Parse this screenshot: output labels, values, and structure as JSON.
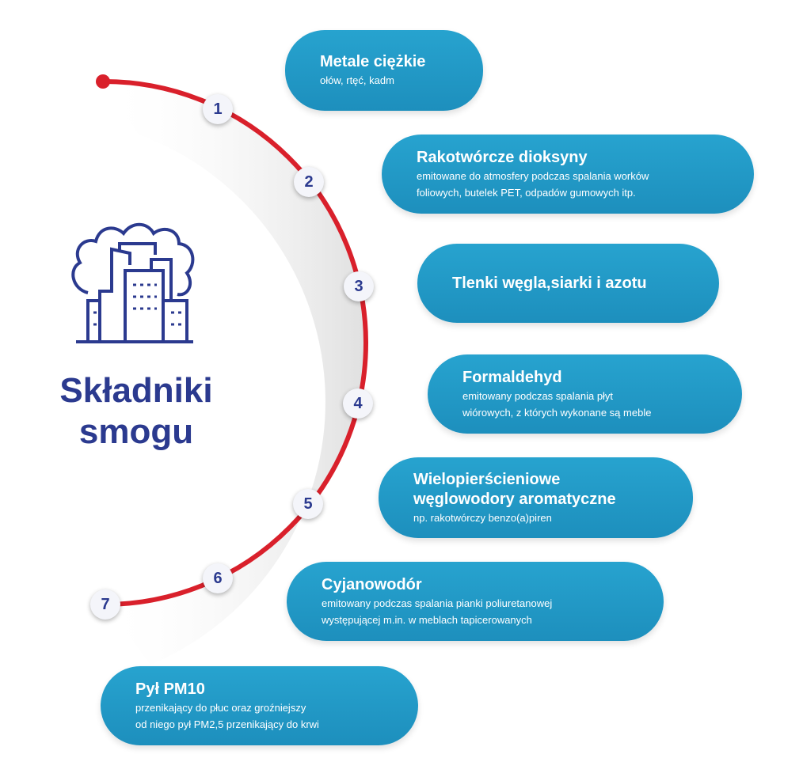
{
  "title": {
    "line1": "Składniki",
    "line2": "smogu"
  },
  "colors": {
    "pill": "#2196c4",
    "arc": "#d9202b",
    "title": "#2b3a8f"
  },
  "icon": "smog-city-icon",
  "items": [
    {
      "num": "1",
      "title": "Metale ciężkie",
      "sub": [
        "ołów, rtęć, kadm"
      ]
    },
    {
      "num": "2",
      "title": "Rakotwórcze dioksyny",
      "sub": [
        "emitowane do atmosfery podczas spalania worków",
        "foliowych, butelek PET, odpadów gumowych itp."
      ]
    },
    {
      "num": "3",
      "title": "Tlenki węgla,siarki i azotu",
      "sub": []
    },
    {
      "num": "4",
      "title": "Formaldehyd",
      "sub": [
        "emitowany podczas spalania płyt",
        "wiórowych, z których wykonane są meble"
      ]
    },
    {
      "num": "5",
      "title": "Wielopierścieniowe",
      "title2": "węglowodory aromatyczne",
      "sub": [
        "np. rakotwórczy benzo(a)piren"
      ]
    },
    {
      "num": "6",
      "title": "Cyjanowodór",
      "sub": [
        "emitowany podczas spalania pianki poliuretanowej",
        "występującej m.in. w meblach tapicerowanych"
      ]
    },
    {
      "num": "7",
      "title": "Pył PM10",
      "sub": [
        "przenikający do płuc oraz groźniejszy",
        "od niego pył PM2,5 przenikający do krwi"
      ]
    }
  ]
}
